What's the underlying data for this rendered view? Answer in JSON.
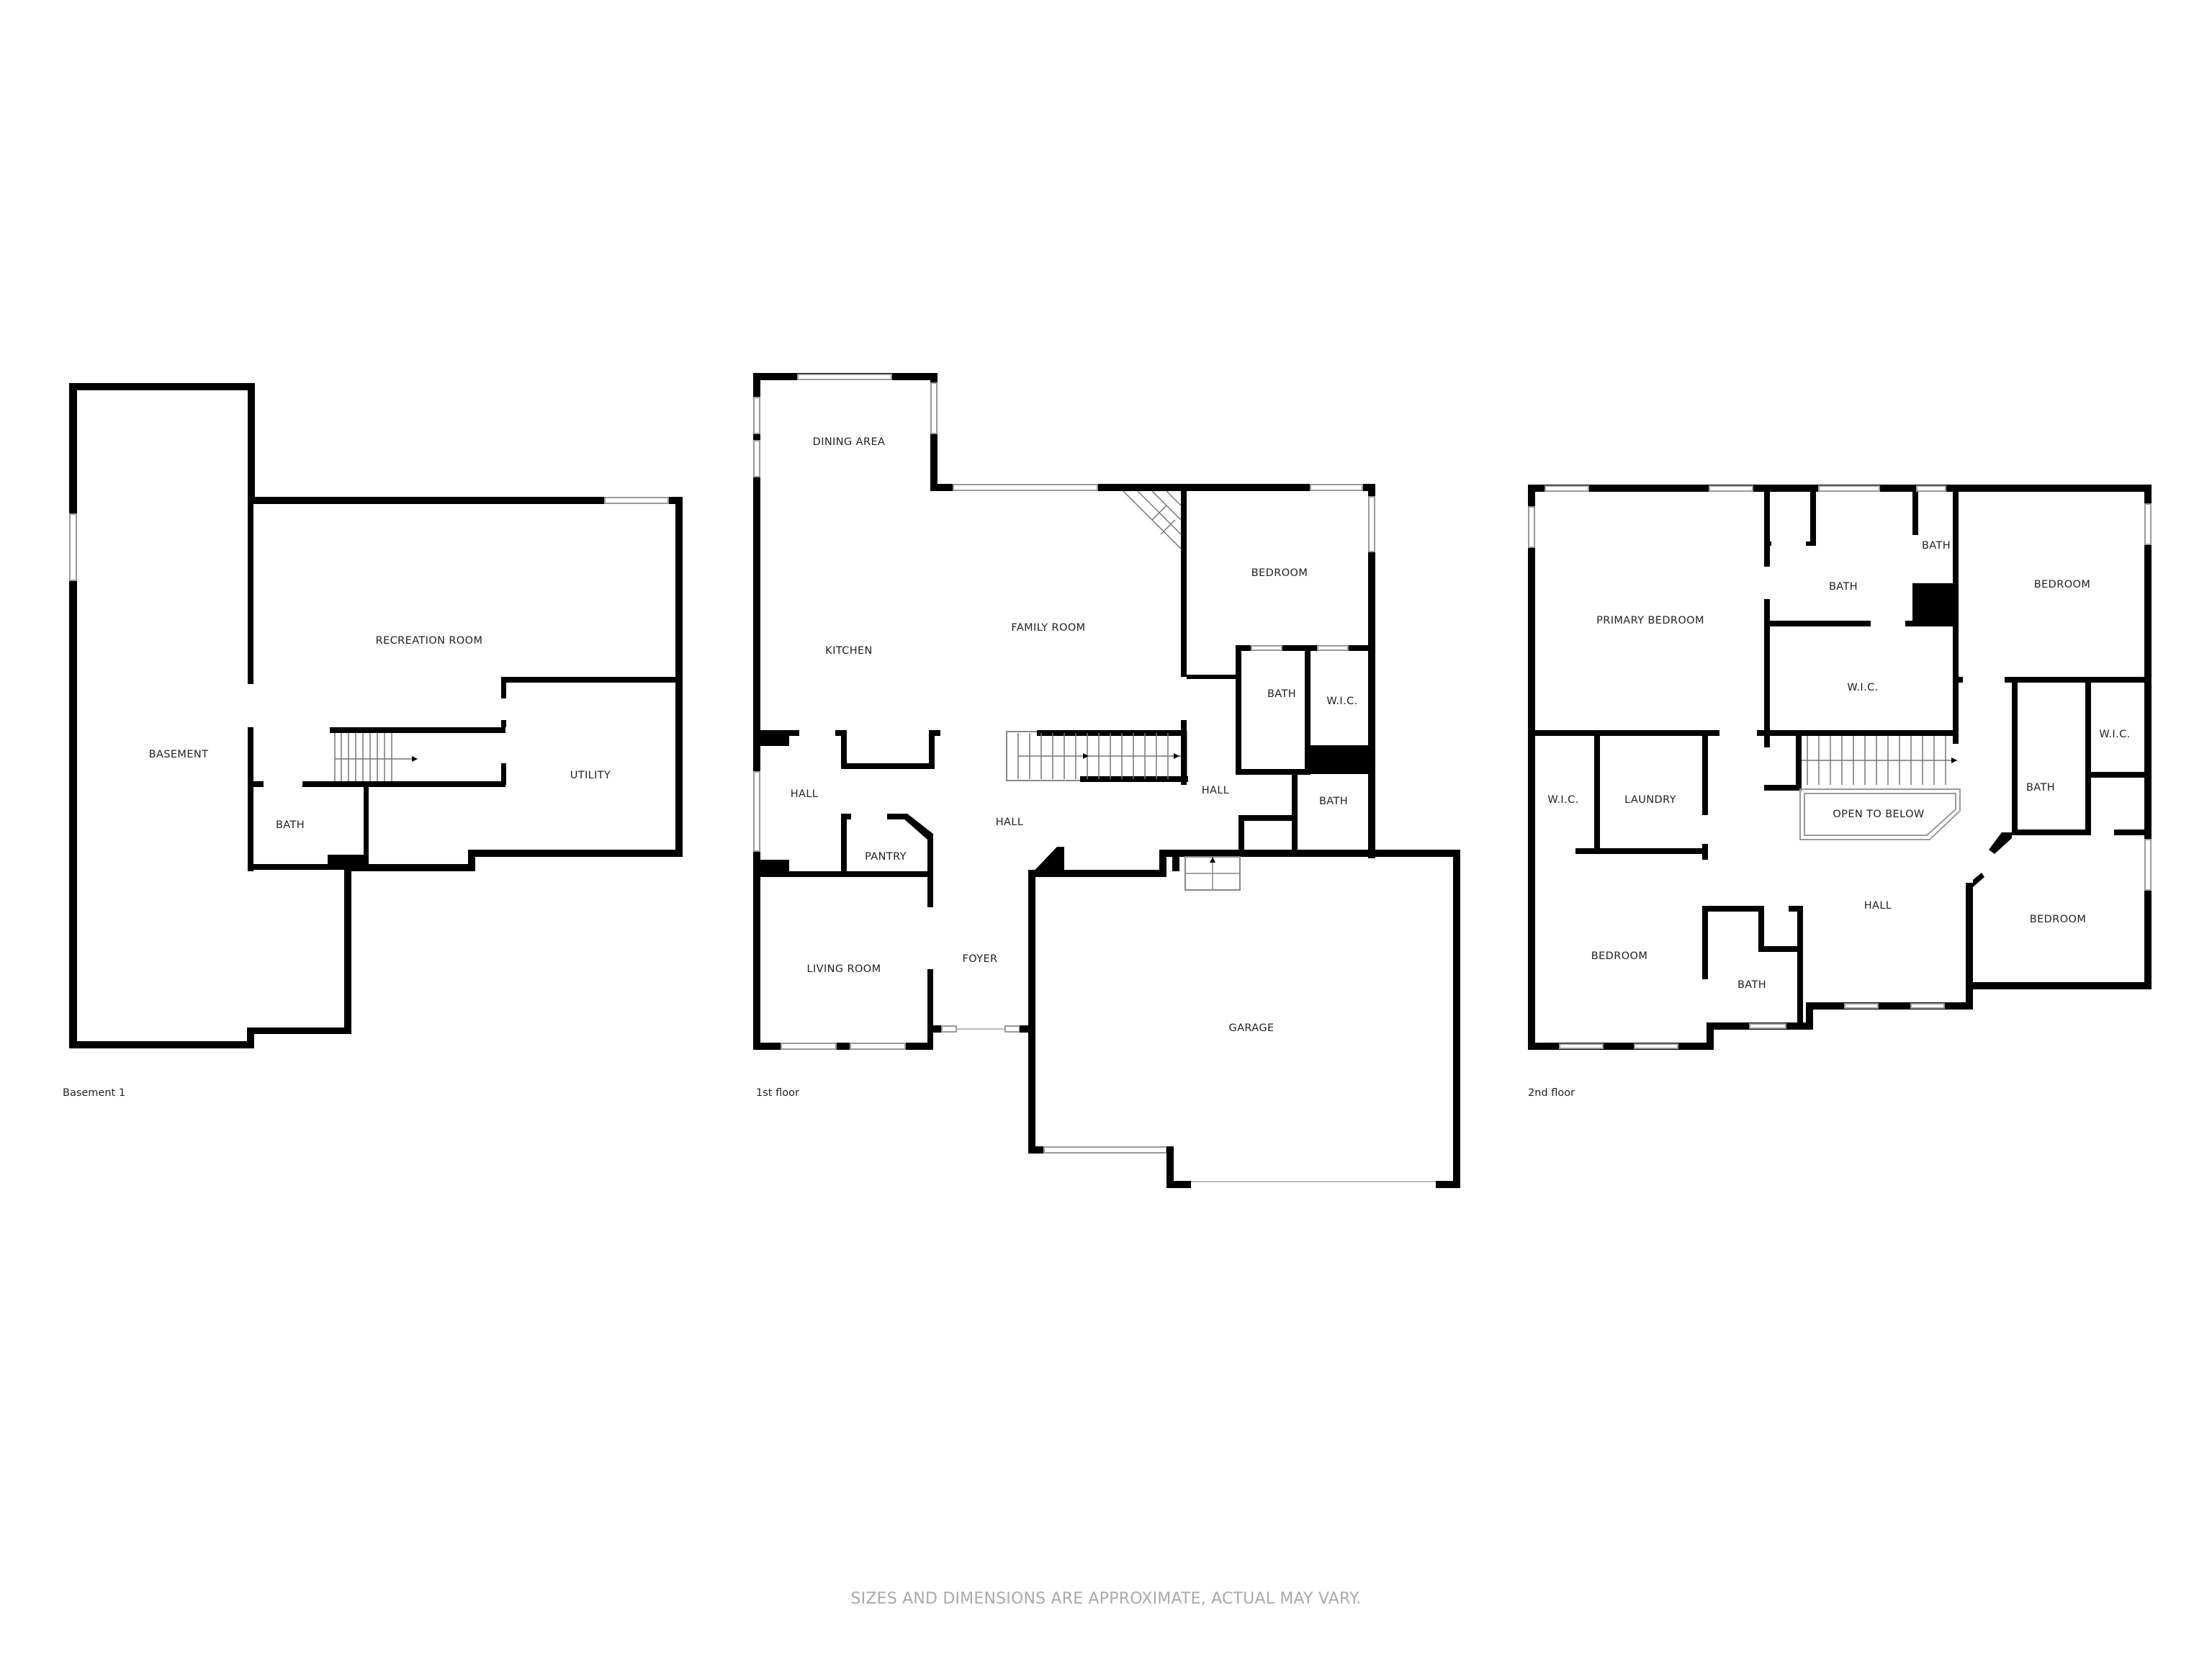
{
  "footer": {
    "disclaimer": "SIZES AND DIMENSIONS ARE APPROXIMATE, ACTUAL MAY VARY."
  },
  "colors": {
    "wall": "#000000",
    "background": "#ffffff",
    "disclaimer_text": "#aaaaaa"
  },
  "floors": [
    {
      "name": "Basement 1",
      "rooms": [
        {
          "label": "BASEMENT"
        },
        {
          "label": "RECREATION ROOM"
        },
        {
          "label": "UTILITY"
        },
        {
          "label": "BATH"
        }
      ]
    },
    {
      "name": "1st floor",
      "rooms": [
        {
          "label": "DINING AREA"
        },
        {
          "label": "KITCHEN"
        },
        {
          "label": "FAMILY ROOM"
        },
        {
          "label": "BEDROOM"
        },
        {
          "label": "BATH"
        },
        {
          "label": "W.I.C."
        },
        {
          "label": "HALL"
        },
        {
          "label": "HALL"
        },
        {
          "label": "HALL"
        },
        {
          "label": "PANTRY"
        },
        {
          "label": "BATH"
        },
        {
          "label": "LIVING ROOM"
        },
        {
          "label": "FOYER"
        },
        {
          "label": "GARAGE"
        }
      ]
    },
    {
      "name": "2nd floor",
      "rooms": [
        {
          "label": "PRIMARY BEDROOM"
        },
        {
          "label": "BATH"
        },
        {
          "label": "BATH"
        },
        {
          "label": "BEDROOM"
        },
        {
          "label": "W.I.C."
        },
        {
          "label": "W.I.C."
        },
        {
          "label": "LAUNDRY"
        },
        {
          "label": "OPEN TO BELOW"
        },
        {
          "label": "BATH"
        },
        {
          "label": "W.I.C."
        },
        {
          "label": "HALL"
        },
        {
          "label": "BEDROOM"
        },
        {
          "label": "BEDROOM"
        },
        {
          "label": "BATH"
        }
      ]
    }
  ]
}
